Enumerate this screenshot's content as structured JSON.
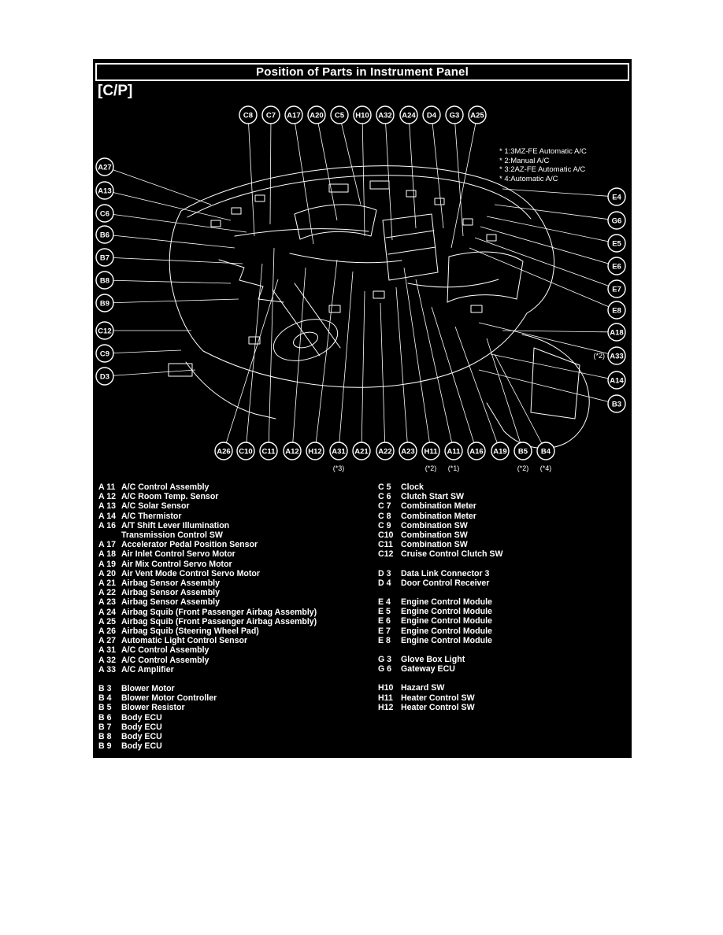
{
  "panel": {
    "title": "Position of Parts in Instrument Panel",
    "variant_label": "[C/P]"
  },
  "colors": {
    "background": "#000000",
    "foreground": "#ffffff",
    "page": "#ffffff"
  },
  "notes": [
    "* 1:3MZ-FE Automatic A/C",
    "* 2:Manual A/C",
    "* 3:2AZ-FE Automatic A/C",
    "* 4:Automatic A/C"
  ],
  "callouts": {
    "top": [
      {
        "label": "C8"
      },
      {
        "label": "C7"
      },
      {
        "label": "A17"
      },
      {
        "label": "A20"
      },
      {
        "label": "C5"
      },
      {
        "label": "H10"
      },
      {
        "label": "A32"
      },
      {
        "label": "A24"
      },
      {
        "label": "D4"
      },
      {
        "label": "G3"
      },
      {
        "label": "A25"
      }
    ],
    "left": [
      {
        "label": "A27"
      },
      {
        "label": "A13"
      },
      {
        "label": "C6"
      },
      {
        "label": "B6"
      },
      {
        "label": "B7"
      },
      {
        "label": "B8"
      },
      {
        "label": "B9"
      },
      {
        "label": "C12"
      },
      {
        "label": "C9"
      },
      {
        "label": "D3"
      }
    ],
    "right": [
      {
        "label": "E4"
      },
      {
        "label": "G6"
      },
      {
        "label": "E5"
      },
      {
        "label": "E6"
      },
      {
        "label": "E7"
      },
      {
        "label": "E8"
      },
      {
        "label": "A18"
      },
      {
        "label": "A33",
        "sublabel": "(*2)"
      },
      {
        "label": "A14"
      },
      {
        "label": "B3"
      }
    ],
    "bottom": [
      {
        "label": "A26"
      },
      {
        "label": "C10"
      },
      {
        "label": "C11"
      },
      {
        "label": "A12"
      },
      {
        "label": "H12"
      },
      {
        "label": "A31",
        "sublabel": "(*3)"
      },
      {
        "label": "A21"
      },
      {
        "label": "A22"
      },
      {
        "label": "A23"
      },
      {
        "label": "H11",
        "sublabel": "(*2)"
      },
      {
        "label": "A11",
        "sublabel": "(*1)"
      },
      {
        "label": "A16"
      },
      {
        "label": "A19"
      },
      {
        "label": "B5",
        "sublabel": "(*2)"
      },
      {
        "label": "B4",
        "sublabel": "(*4)"
      }
    ]
  },
  "legend": {
    "left": [
      {
        "code": "A 11",
        "name": "A/C Control Assembly"
      },
      {
        "code": "A 12",
        "name": "A/C Room Temp. Sensor"
      },
      {
        "code": "A 13",
        "name": "A/C Solar Sensor"
      },
      {
        "code": "A 14",
        "name": "A/C Thermistor"
      },
      {
        "code": "A 16",
        "name": "A/T Shift Lever Illumination",
        "name2": "Transmission Control SW"
      },
      {
        "code": "A 17",
        "name": "Accelerator Pedal Position Sensor"
      },
      {
        "code": "A 18",
        "name": "Air Inlet Control Servo Motor"
      },
      {
        "code": "A 19",
        "name": "Air Mix Control Servo Motor"
      },
      {
        "code": "A 20",
        "name": "Air Vent Mode Control Servo Motor"
      },
      {
        "code": "A 21",
        "name": "Airbag Sensor Assembly"
      },
      {
        "code": "A 22",
        "name": "Airbag Sensor Assembly"
      },
      {
        "code": "A 23",
        "name": "Airbag Sensor Assembly"
      },
      {
        "code": "A 24",
        "name": "Airbag Squib (Front Passenger Airbag Assembly)"
      },
      {
        "code": "A 25",
        "name": "Airbag Squib (Front Passenger Airbag Assembly)"
      },
      {
        "code": "A 26",
        "name": "Airbag Squib (Steering Wheel Pad)"
      },
      {
        "code": "A 27",
        "name": "Automatic Light Control Sensor"
      },
      {
        "code": "A 31",
        "name": "A/C Control Assembly"
      },
      {
        "code": "A 32",
        "name": "A/C Control Assembly"
      },
      {
        "code": "A 33",
        "name": "A/C Amplifier"
      },
      {
        "spacer": true
      },
      {
        "code": "B 3",
        "name": "Blower Motor"
      },
      {
        "code": "B 4",
        "name": "Blower Motor Controller"
      },
      {
        "code": "B 5",
        "name": "Blower Resistor"
      },
      {
        "code": "B 6",
        "name": "Body ECU"
      },
      {
        "code": "B 7",
        "name": "Body ECU"
      },
      {
        "code": "B 8",
        "name": "Body ECU"
      },
      {
        "code": "B 9",
        "name": "Body ECU"
      }
    ],
    "right": [
      {
        "code": "C 5",
        "name": "Clock"
      },
      {
        "code": "C 6",
        "name": "Clutch Start SW"
      },
      {
        "code": "C 7",
        "name": "Combination Meter"
      },
      {
        "code": "C 8",
        "name": "Combination Meter"
      },
      {
        "code": "C 9",
        "name": "Combination SW"
      },
      {
        "code": "C10",
        "name": "Combination SW"
      },
      {
        "code": "C11",
        "name": "Combination SW"
      },
      {
        "code": "C12",
        "name": "Cruise Control Clutch SW"
      },
      {
        "spacer": true
      },
      {
        "code": "D 3",
        "name": "Data Link Connector 3"
      },
      {
        "code": "D 4",
        "name": "Door Control Receiver"
      },
      {
        "spacer": true
      },
      {
        "code": "E 4",
        "name": "Engine Control Module"
      },
      {
        "code": "E 5",
        "name": "Engine Control Module"
      },
      {
        "code": "E 6",
        "name": "Engine Control Module"
      },
      {
        "code": "E 7",
        "name": "Engine Control Module"
      },
      {
        "code": "E 8",
        "name": "Engine Control Module"
      },
      {
        "spacer": true
      },
      {
        "code": "G 3",
        "name": "Glove Box Light"
      },
      {
        "code": "G 6",
        "name": "Gateway ECU"
      },
      {
        "spacer": true
      },
      {
        "code": "H10",
        "name": "Hazard SW"
      },
      {
        "code": "H11",
        "name": "Heater Control SW"
      },
      {
        "code": "H12",
        "name": "Heater Control SW"
      }
    ]
  }
}
